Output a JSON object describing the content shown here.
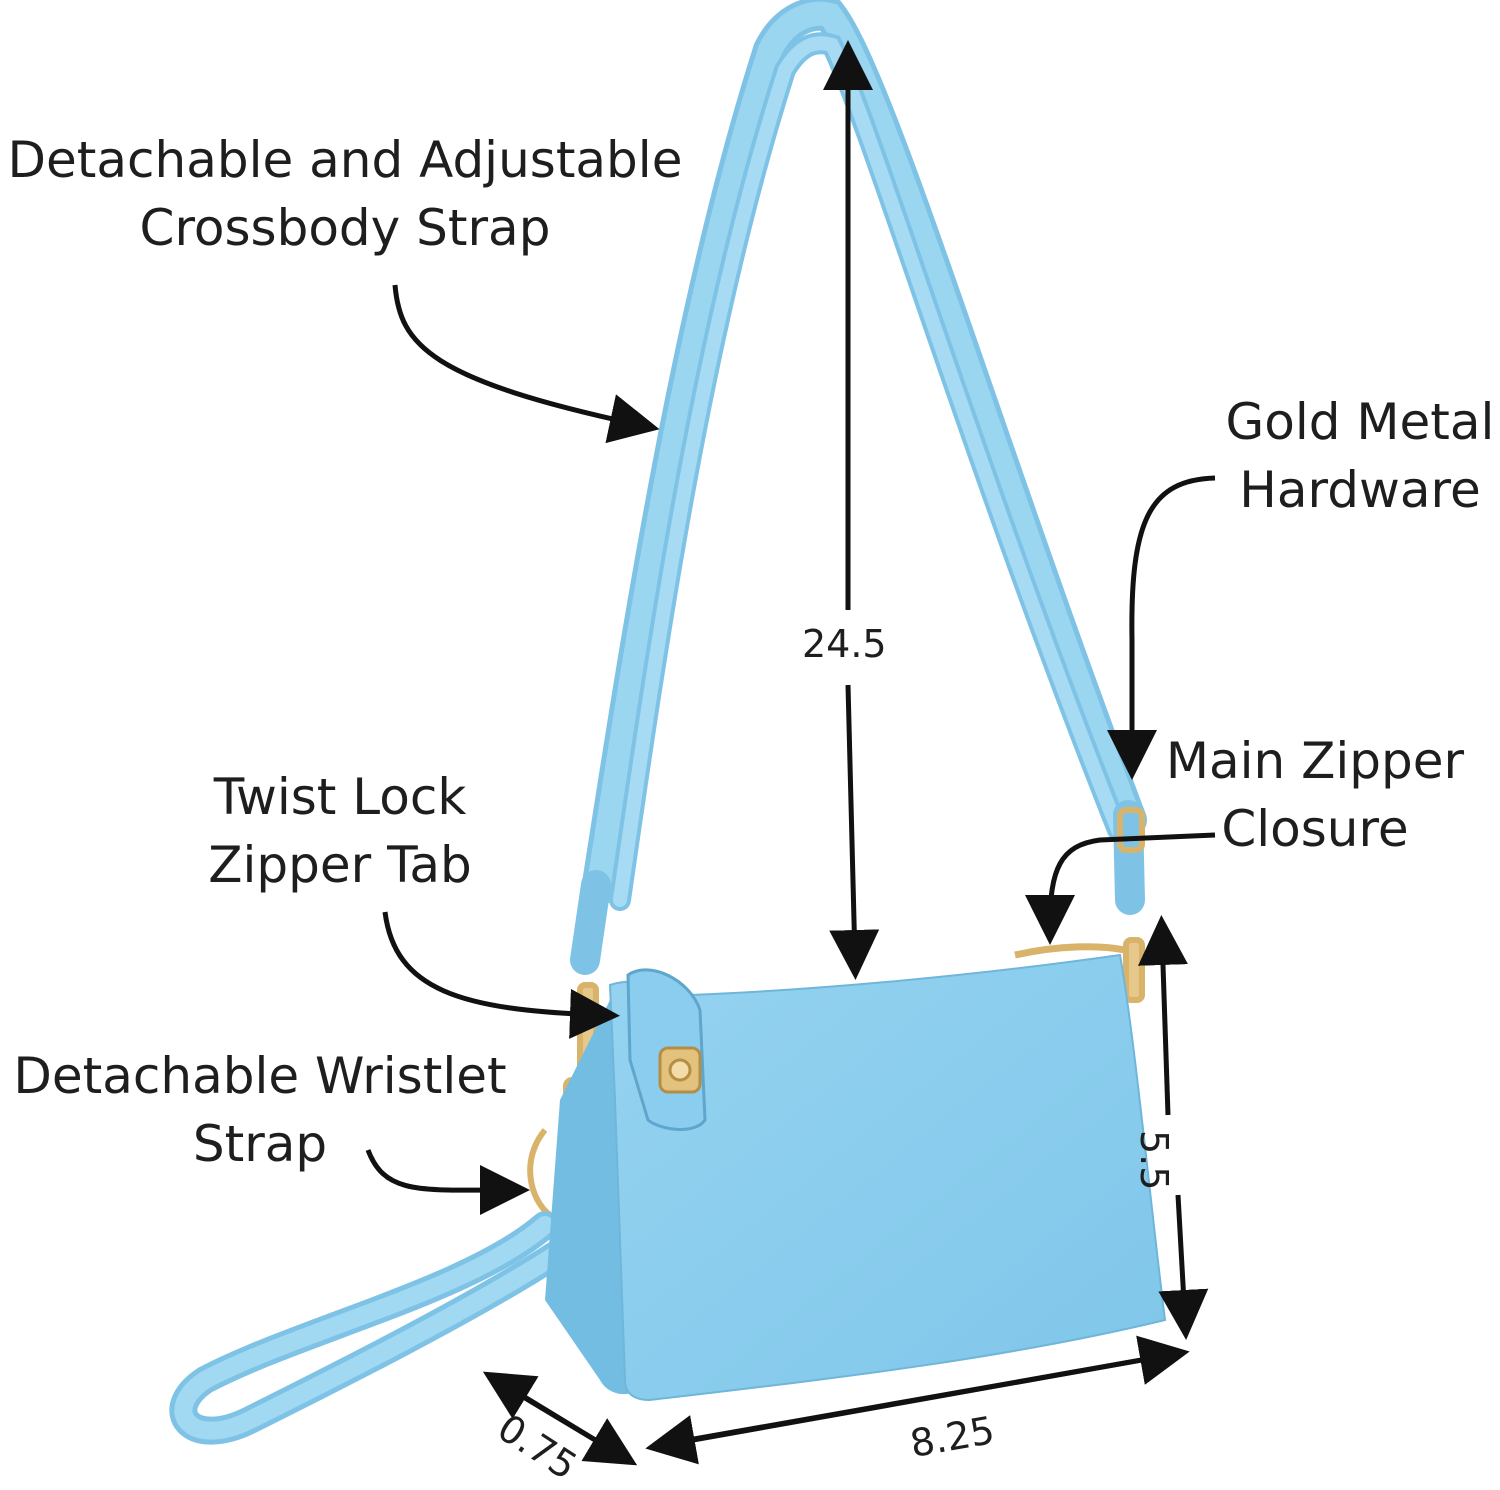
{
  "callouts": {
    "crossbody_strap": [
      "Detachable and Adjustable",
      "Crossbody Strap"
    ],
    "gold_hardware": [
      "Gold Metal",
      "Hardware"
    ],
    "main_zipper": [
      "Main Zipper",
      "Closure"
    ],
    "twist_lock": [
      "Twist Lock",
      "Zipper Tab"
    ],
    "wristlet_strap": [
      "Detachable Wristlet",
      "Strap"
    ]
  },
  "dimensions": {
    "strap_drop": "24.5",
    "height": "5.5",
    "width": "8.25",
    "depth": "0.75"
  },
  "colors": {
    "bag": "#8fd0ef",
    "bag_shade": "#6fb8de",
    "hardware": "#d9b36a",
    "annotation": "#111111"
  }
}
